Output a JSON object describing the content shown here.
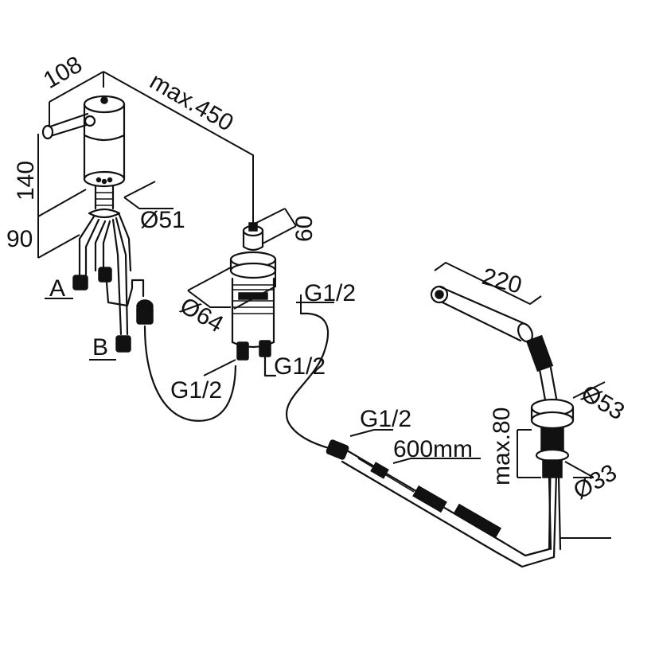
{
  "labels": {
    "width_108": "108",
    "max_450": "max.450",
    "height_140": "140",
    "height_90": "90",
    "diam_51": "Ø51",
    "height_60": "60",
    "diam_64": "Ø64",
    "port_a": "A",
    "port_b": "B",
    "g12_inlet": "G1/2",
    "g12_outlet_right": "G1/2",
    "g12_top": "G1/2",
    "g12_hose": "G1/2",
    "hose_600": "600mm",
    "length_220": "220",
    "diam_53": "Ø53",
    "max_80": "max.80",
    "diam_33": "Ø33"
  },
  "colors": {
    "ink": "#111111",
    "paper": "#ffffff"
  }
}
